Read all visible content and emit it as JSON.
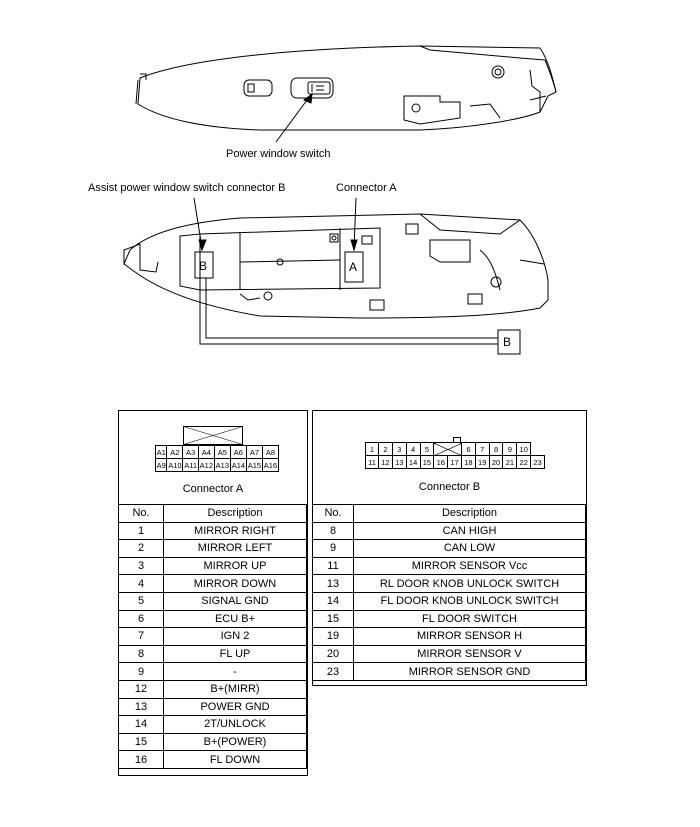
{
  "labels": {
    "power_window_switch": "Power window switch",
    "assist_connector_b": "Assist power window switch connector B",
    "connector_a_callout": "Connector A",
    "letter_a": "A",
    "letter_b": "B",
    "letter_b_plug": "B"
  },
  "connector_a": {
    "caption": "Connector A",
    "row1": [
      "A1",
      "A2",
      "A3",
      "A4",
      "A5",
      "A6",
      "A7",
      "A8"
    ],
    "row2": [
      "A9",
      "A10",
      "A11",
      "A12",
      "A13",
      "A14",
      "A15",
      "A16"
    ],
    "headers": [
      "No.",
      "Description"
    ],
    "rows": [
      {
        "no": "1",
        "desc": "MIRROR RIGHT"
      },
      {
        "no": "2",
        "desc": "MIRROR LEFT"
      },
      {
        "no": "3",
        "desc": "MIRROR UP"
      },
      {
        "no": "4",
        "desc": "MIRROR DOWN"
      },
      {
        "no": "5",
        "desc": "SIGNAL GND"
      },
      {
        "no": "6",
        "desc": "ECU  B+"
      },
      {
        "no": "7",
        "desc": "IGN 2"
      },
      {
        "no": "8",
        "desc": "FL UP"
      },
      {
        "no": "9",
        "desc": "-"
      },
      {
        "no": "12",
        "desc": "B+(MIRR)"
      },
      {
        "no": "13",
        "desc": "POWER GND"
      },
      {
        "no": "14",
        "desc": "2T/UNLOCK"
      },
      {
        "no": "15",
        "desc": "B+(POWER)"
      },
      {
        "no": "16",
        "desc": "FL DOWN"
      }
    ]
  },
  "connector_b": {
    "caption": "Connector B",
    "row1": [
      "1",
      "2",
      "3",
      "4",
      "5",
      "",
      "",
      "6",
      "7",
      "8",
      "9",
      "10"
    ],
    "row2": [
      "11",
      "12",
      "13",
      "14",
      "15",
      "16",
      "17",
      "18",
      "19",
      "20",
      "21",
      "22",
      "23"
    ],
    "headers": [
      "No.",
      "Description"
    ],
    "rows": [
      {
        "no": "8",
        "desc": "CAN HIGH"
      },
      {
        "no": "9",
        "desc": "CAN LOW"
      },
      {
        "no": "11",
        "desc": "MIRROR SENSOR Vcc"
      },
      {
        "no": "13",
        "desc": "RL DOOR KNOB UNLOCK SWITCH"
      },
      {
        "no": "14",
        "desc": "FL DOOR KNOB UNLOCK SWITCH"
      },
      {
        "no": "15",
        "desc": "FL DOOR SWITCH"
      },
      {
        "no": "19",
        "desc": "MIRROR SENSOR H"
      },
      {
        "no": "20",
        "desc": "MIRROR SENSOR V"
      },
      {
        "no": "23",
        "desc": "MIRROR SENSOR GND"
      }
    ]
  }
}
